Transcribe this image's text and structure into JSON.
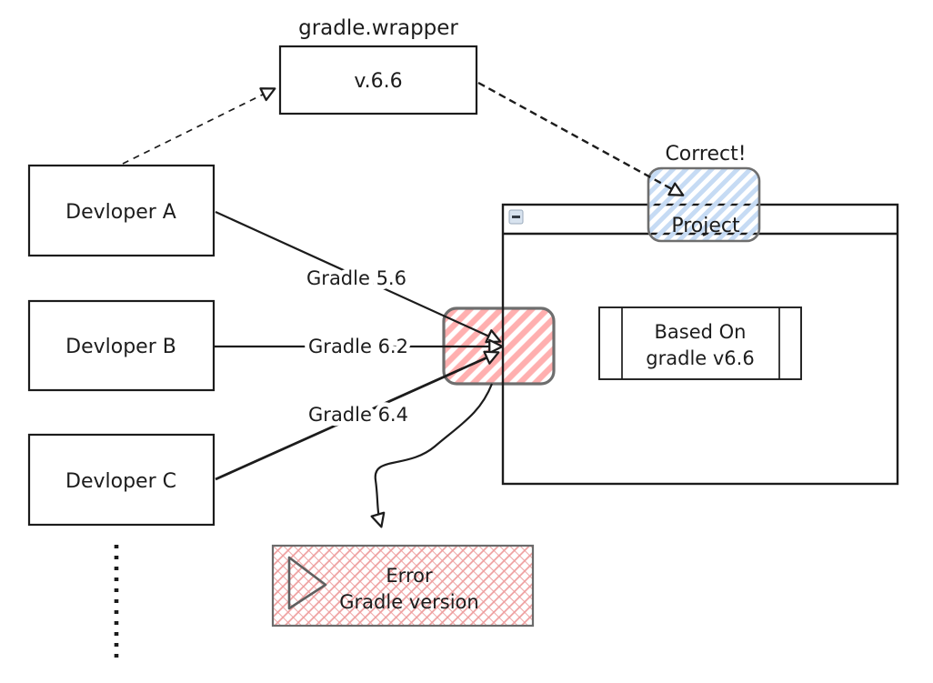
{
  "colors": {
    "ink": "#1c1c1c",
    "grey_border": "#6e6e6e",
    "red_hatch": "#ffafaf",
    "blue_hatch": "#c6dbf4",
    "error_hatch": "#ee9d9d",
    "error_border": "#6b6b6b",
    "window_icon_bg": "#d8e3ef",
    "window_icon_border": "#9aaabb"
  },
  "wrapper": {
    "title": "gradle.wrapper",
    "version": "v.6.6"
  },
  "developers": {
    "a": "Devloper A",
    "b": "Devloper B",
    "c": "Devloper C"
  },
  "edge_labels": {
    "a": "Gradle 5.6",
    "b": "Gradle 6.2",
    "c": "Gradle 6.4"
  },
  "project": {
    "annotation": "Correct!",
    "tab": "Project",
    "content_line1": "Based On",
    "content_line2": "gradle v6.6"
  },
  "error": {
    "line1": "Error",
    "line2": "Gradle version"
  }
}
